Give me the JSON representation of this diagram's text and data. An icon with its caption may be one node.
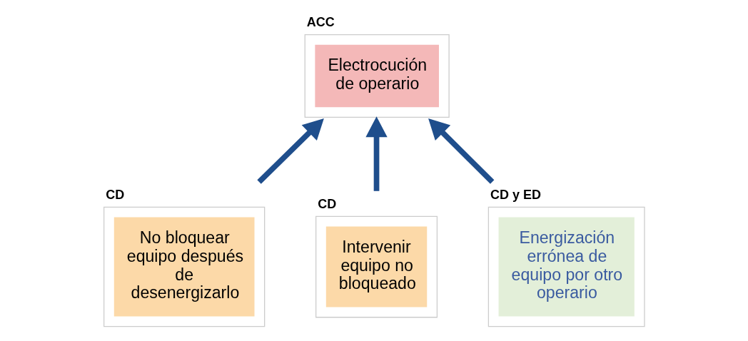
{
  "diagram": {
    "nodes": [
      {
        "text": [
          "ACC",
          "Electrocución de operario"
        ]
      },
      {
        "text": [
          "CD",
          "No bloquear equipo después de desenergizarlo"
        ]
      },
      {
        "text": [
          "CD",
          "Intervenir equipo no bloqueado"
        ]
      },
      {
        "text": [
          "CD y ED",
          "Energización errónea de equipo por otro operario"
        ]
      }
    ],
    "edges": [
      {
        "from": 1,
        "to": 0,
        "arrow": "to"
      },
      {
        "from": 2,
        "to": 0,
        "arrow": "to"
      },
      {
        "from": 3,
        "to": 0,
        "arrow": "to"
      }
    ]
  }
}
